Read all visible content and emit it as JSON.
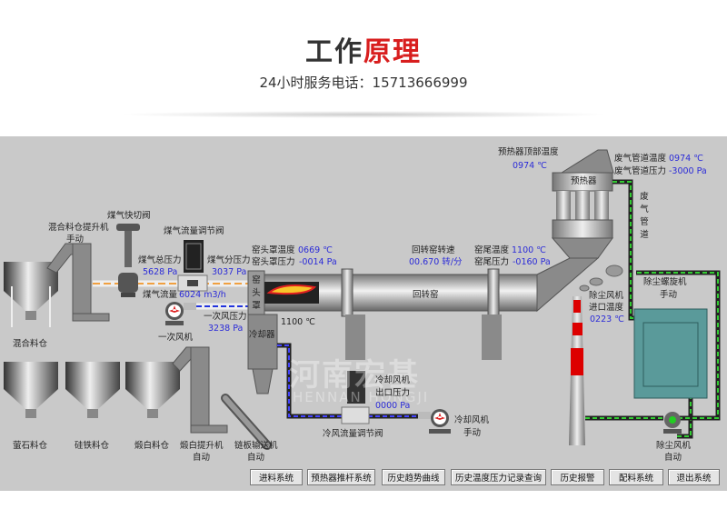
{
  "header": {
    "title_dark": "工作",
    "title_red": "原理",
    "phone": "24小时服务电话：15713666999"
  },
  "watermark": {
    "cn": "河南宏基",
    "en": "HENNAN HONGJI"
  },
  "labels": {
    "gas_quick_valve": "煤气快切阀",
    "mix_elevator": "混合料仓提升机",
    "mix_elevator_mode": "手动",
    "gas_flow_valve": "煤气流量调节阀",
    "gas_total_pressure": "煤气总压力",
    "gas_total_pressure_val": "5628 Pa",
    "gas_branch_pressure": "煤气分压力",
    "gas_branch_pressure_val": "3037 Pa",
    "hood_temp": "窑头罩温度",
    "hood_temp_val": "0669 ℃",
    "hood_pressure": "窑头罩压力",
    "hood_pressure_val": "-0014 Pa",
    "gas_flow": "煤气流量",
    "gas_flow_val": "6024 m3/h",
    "primary_air_pressure": "一次风压力",
    "primary_air_pressure_val": "3238 Pa",
    "primary_fan": "一次风机",
    "kiln_head_hood": "窑头罩",
    "flame_temp": "1100 ℃",
    "cooler": "冷却器",
    "mix_bin": "混合料仓",
    "kiln_speed": "回转窑转速",
    "kiln_speed_val": "00.670 转/分",
    "tail_temp": "窑尾温度",
    "tail_temp_val": "1100 ℃",
    "tail_pressure": "窑尾压力",
    "tail_pressure_val": "-0160 Pa",
    "kiln": "回转窑",
    "preheater_top_temp": "预热器顶部温度",
    "preheater_top_temp_val": "0974 ℃",
    "preheater": "预热器",
    "exhaust_temp": "废气管道温度",
    "exhaust_temp_val": "0974 ℃",
    "exhaust_pressure": "废气管道压力",
    "exhaust_pressure_val": "-3000 Pa",
    "exhaust_pipe": "废气管道",
    "dust_screw": "除尘螺旋机",
    "dust_screw_mode": "手动",
    "dust_fan_inlet": "除尘风机",
    "dust_fan_inlet2": "进口温度",
    "dust_fan_inlet_val": "0223 ℃",
    "fluorite_bin": "萤石料仓",
    "ferrosilicon_bin": "硅铁料仓",
    "dolomite_bin": "煅白料仓",
    "dolomite_elevator": "煅白提升机",
    "dolomite_elevator_mode": "自动",
    "chain_conveyor": "链板输送机",
    "chain_conveyor_mode": "自动",
    "cool_fan_outlet": "冷却风机",
    "cool_fan_outlet2": "出口压力",
    "cool_fan_outlet_val": "0000 Pa",
    "cool_air_valve": "冷风流量调节阀",
    "cool_fan": "冷却风机",
    "cool_fan_mode": "手动",
    "dust_fan": "除尘风机",
    "dust_fan_mode": "自动"
  },
  "buttons": [
    "进料系统",
    "预热器推杆系统",
    "历史趋势曲线",
    "历史温度压力记录查询",
    "历史报警",
    "配料系统",
    "退出系统"
  ],
  "colors": {
    "value": "#2b2bd8",
    "title_red": "#d81e1e",
    "panel": "#c9c9c9",
    "gas_pipe": "#f0a040",
    "air_pipe": "#2233dd",
    "exhaust_pipe": "#22aa22"
  }
}
